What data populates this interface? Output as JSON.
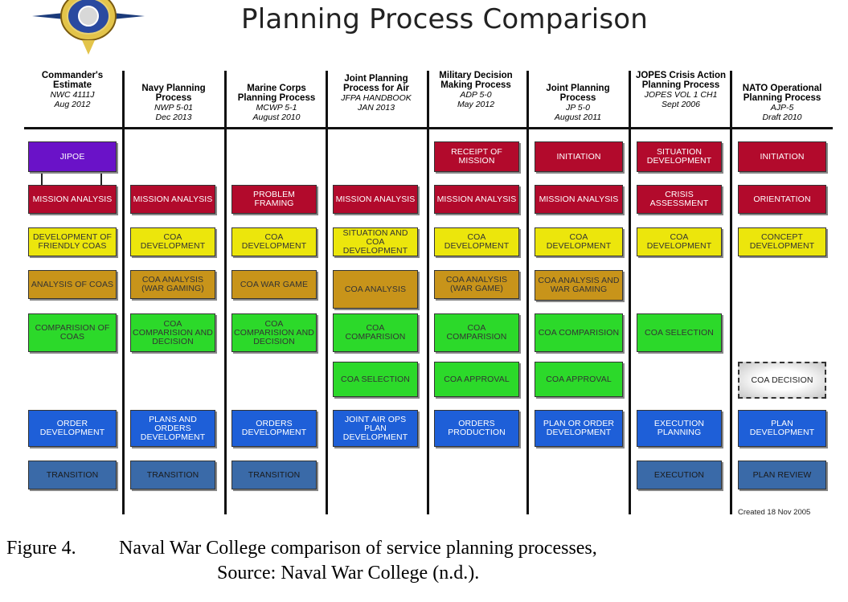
{
  "title": "Planning Process Comparison",
  "columns": [
    {
      "name": "Commander's Estimate",
      "sub1": "NWC 4111J",
      "sub2": "Aug 2012"
    },
    {
      "name": "Navy Planning Process",
      "sub1": "NWP 5-01",
      "sub2": "Dec 2013"
    },
    {
      "name": "Marine Corps Planning Process",
      "sub1": "MCWP 5-1",
      "sub2": "August 2010"
    },
    {
      "name": "Joint Planning Process for Air",
      "sub1": "JFPA HANDBOOK",
      "sub2": "JAN 2013"
    },
    {
      "name": "Military Decision Making Process",
      "sub1": "ADP 5-0",
      "sub2": "May 2012"
    },
    {
      "name": "Joint Planning Process",
      "sub1": "JP 5-0",
      "sub2": "August 2011"
    },
    {
      "name": "JOPES Crisis Action Planning Process",
      "sub1": "JOPES VOL 1 CH1",
      "sub2": "Sept 2006"
    },
    {
      "name": "NATO Operational Planning Process",
      "sub1": "AJP-5",
      "sub2": "Draft 2010"
    }
  ],
  "boxes": {
    "c1": [
      "JIPOE",
      "MISSION ANALYSIS",
      "DEVELOPMENT OF FRIENDLY COAS",
      "ANALYSIS OF COAS",
      "COMPARISION OF COAS",
      "ORDER DEVELOPMENT",
      "TRANSITION"
    ],
    "c2": [
      "MISSION ANALYSIS",
      "COA DEVELOPMENT",
      "COA ANALYSIS (WAR GAMING)",
      "COA COMPARISION AND DECISION",
      "PLANS AND ORDERS DEVELOPMENT",
      "TRANSITION"
    ],
    "c3": [
      "PROBLEM FRAMING",
      "COA DEVELOPMENT",
      "COA WAR GAME",
      "COA COMPARISION AND DECISION",
      "ORDERS DEVELOPMENT",
      "TRANSITION"
    ],
    "c4": [
      "MISSION ANALYSIS",
      "SITUATION AND COA DEVELOPMENT",
      "COA ANALYSIS",
      "COA COMPARISION",
      "COA SELECTION",
      "JOINT AIR OPS PLAN DEVELOPMENT"
    ],
    "c5": [
      "RECEIPT OF MISSION",
      "MISSION ANALYSIS",
      "COA DEVELOPMENT",
      "COA ANALYSIS (WAR GAME)",
      "COA COMPARISION",
      "COA APPROVAL",
      "ORDERS PRODUCTION"
    ],
    "c6": [
      "INITIATION",
      "MISSION ANALYSIS",
      "COA DEVELOPMENT",
      "COA ANALYSIS AND WAR GAMING",
      "COA COMPARISION",
      "COA APPROVAL",
      "PLAN OR ORDER DEVELOPMENT"
    ],
    "c7": [
      "SITUATION DEVELOPMENT",
      "CRISIS ASSESSMENT",
      "COA DEVELOPMENT",
      "COA SELECTION",
      "EXECUTION PLANNING",
      "EXECUTION"
    ],
    "c8": [
      "INITIATION",
      "ORIENTATION",
      "CONCEPT DEVELOPMENT",
      "COA DECISION",
      "PLAN DEVELOPMENT",
      "PLAN REVIEW"
    ]
  },
  "created": "Created 18 Nov 2005",
  "caption": {
    "label": "Figure 4.",
    "line1": "Naval War College comparison of service planning processes,",
    "line2": "Source: Naval War College (n.d.)."
  },
  "colors": {
    "purple": "#6a12c8",
    "red": "#b20a2c",
    "yellow": "#ece60c",
    "orange": "#c8941a",
    "green": "#2cd92a",
    "blue": "#1e5fd8",
    "steel": "#3a6aa8"
  }
}
